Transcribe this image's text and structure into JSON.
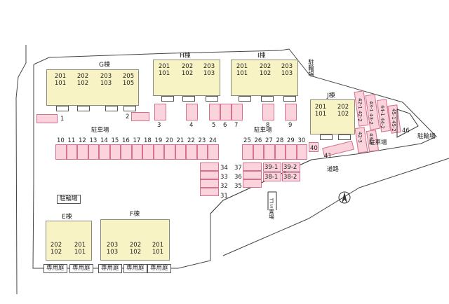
{
  "buildings": {
    "G": {
      "label": "G棟",
      "units": [
        [
          "201",
          "101"
        ],
        [
          "202",
          "102"
        ],
        [
          "203",
          "103"
        ],
        [
          "205",
          "105"
        ]
      ]
    },
    "H": {
      "label": "H棟",
      "units": [
        [
          "201",
          "101"
        ],
        [
          "202",
          "102"
        ],
        [
          "203",
          "103"
        ]
      ]
    },
    "I": {
      "label": "I棟",
      "units": [
        [
          "201",
          "101"
        ],
        [
          "202",
          "102"
        ],
        [
          "203",
          "103"
        ]
      ]
    },
    "J": {
      "label": "J棟",
      "units": [
        [
          "201",
          "101"
        ],
        [
          "202",
          "102"
        ]
      ]
    },
    "E": {
      "label": "E棟",
      "units": [
        [
          "202",
          "102"
        ],
        [
          "201",
          "101"
        ]
      ]
    },
    "F": {
      "label": "F棟",
      "units": [
        [
          "203",
          "103"
        ],
        [
          "202",
          "102"
        ],
        [
          "201",
          "101"
        ]
      ]
    }
  },
  "labels": {
    "parking_main": "駐車場",
    "parking_right": "駐車場",
    "parking_far_right": "駐車場",
    "bicycle_top": "駐輪場",
    "bicycle_right": "駐輪場",
    "bicycle_left": "駐輪場",
    "road": "道路",
    "garbage": "ゴミ置場",
    "garden": "専用庭"
  },
  "parking_numbers": {
    "row_left": [
      "10",
      "11",
      "12",
      "13",
      "14",
      "15",
      "16",
      "17",
      "18",
      "19",
      "20",
      "21",
      "22",
      "23",
      "24"
    ],
    "row_right": [
      "25",
      "26",
      "27",
      "28",
      "29",
      "30"
    ],
    "front_h": [
      "3",
      "4",
      "5",
      "6",
      "7"
    ],
    "front_i": [
      "8",
      "9"
    ],
    "front_g": [
      "1",
      "2"
    ],
    "stack_a": [
      "34",
      "33",
      "32",
      "31"
    ],
    "stack_b": [
      "37",
      "36",
      "35"
    ],
    "split": [
      "39-1",
      "39-2",
      "38-1",
      "38-2"
    ],
    "misc": [
      "40",
      "41",
      "46"
    ],
    "angled": [
      "42-1",
      "43-1",
      "44-1",
      "45-1",
      "42-2",
      "43-2",
      "44-2",
      "45-2",
      "42-3",
      "43-3"
    ]
  },
  "colors": {
    "building_fill": "#f7f3c4",
    "parking_fill": "#fad3dc",
    "parking_stroke": "#d6708c"
  }
}
